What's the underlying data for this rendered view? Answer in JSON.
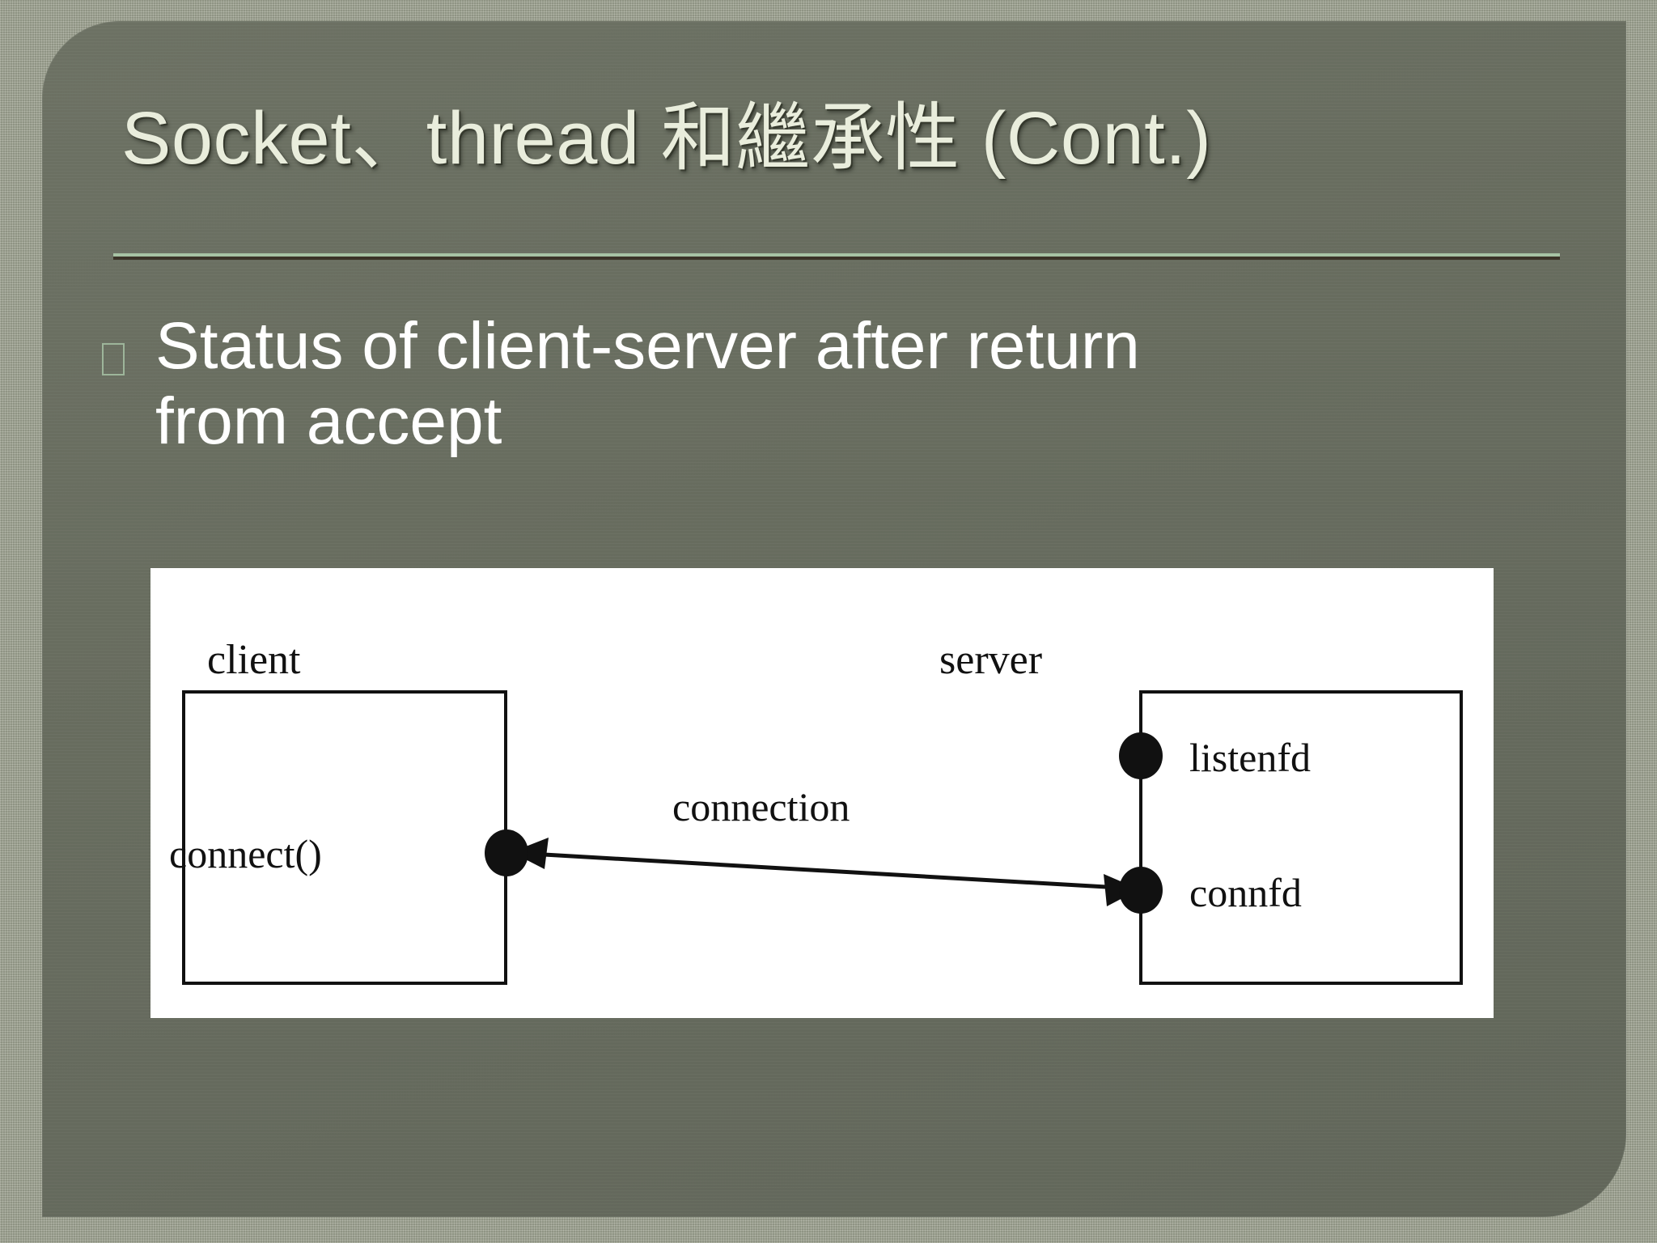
{
  "slide": {
    "title": "Socket、thread 和繼承性 (Cont.)",
    "bullet_marker": "missing-glyph-box",
    "body_bullet": "Status of client-server after return from accept"
  },
  "diagram": {
    "type": "network-socket-state-diagram",
    "client": {
      "heading": "client",
      "box_label": "connect()",
      "endpoint_name": "connect-endpoint"
    },
    "server": {
      "heading": "server",
      "socket_labels": [
        "listenfd",
        "connfd"
      ]
    },
    "link": {
      "label": "connection",
      "arrow_style": "double-headed",
      "from": "connect()",
      "to": "connfd"
    }
  },
  "colors": {
    "outer_background": "#9ba08e",
    "panel_background": "#6b7062",
    "title_text": "#e9eddc",
    "body_text": "#ffffff",
    "divider": "#a7c3a4",
    "bullet_outline": "#9db59a",
    "diagram_canvas": "#ffffff",
    "diagram_ink": "#111111"
  }
}
